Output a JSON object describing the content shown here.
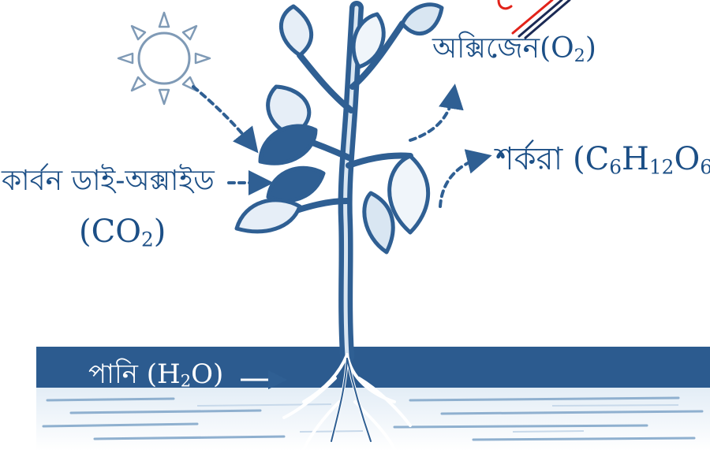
{
  "labels": {
    "oxygen": {
      "name": "অক্সিজেন",
      "formula_open": "(O",
      "sub": "2",
      "formula_close": ")"
    },
    "sugar": {
      "name": "শর্করা",
      "formula_open": "(C",
      "sub1": "6",
      "mid1": "H",
      "sub2": "12",
      "mid2": "O",
      "sub3": "6",
      "formula_close": ")"
    },
    "carbon_dioxide": {
      "name": "কার্বন ডাই-অক্সাইড",
      "formula_open": "(CO",
      "sub": "2",
      "formula_close": ")"
    },
    "water": {
      "name": "পানি",
      "formula_open": "(H",
      "sub": "2",
      "formula_close": "O)"
    }
  },
  "colors": {
    "ink": "#1c4f86",
    "plant": "#2f5f93",
    "plant_light": "#d9e6f2",
    "soil_band": "#2c5b8f",
    "soil_light": "#e3edf6",
    "sun": "#7f9ab6",
    "accent_red": "#e2231a",
    "accent_navy": "#1b2a55"
  },
  "icons": {
    "sun": "sun-icon",
    "plant": "plant-icon"
  }
}
